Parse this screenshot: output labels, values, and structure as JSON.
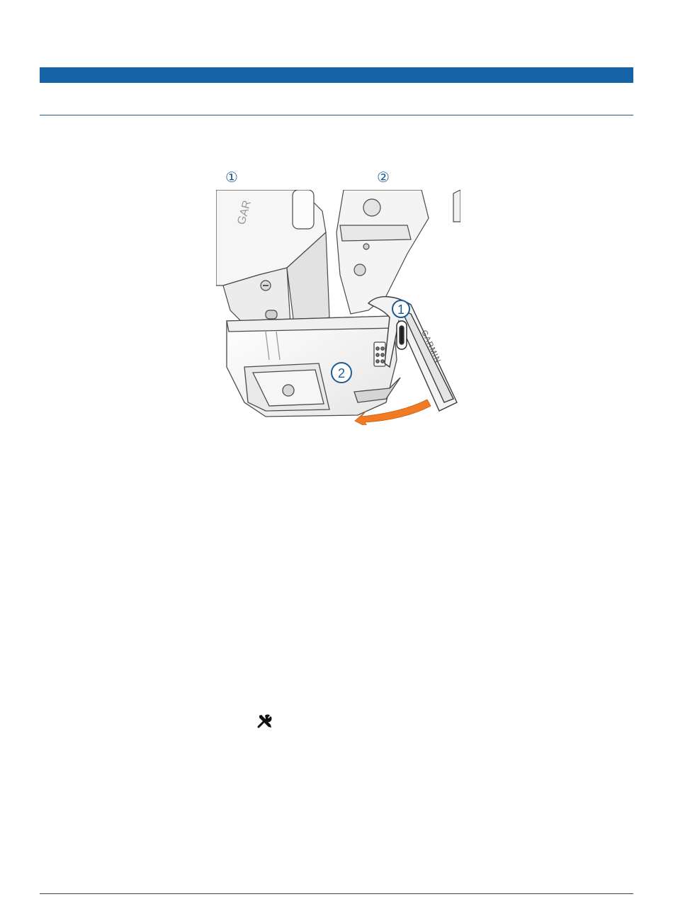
{
  "figure": {
    "callout_top_1": "①",
    "callout_top_2": "②",
    "callout_in_1": "①",
    "callout_in_2": "②",
    "brand_text_top": "GAR",
    "brand_text_side": "GARMIN",
    "arrow_color": "#f07b23",
    "callout_color": "#1d5c93"
  },
  "icons": {
    "settings": "wrench-screwdriver-icon"
  },
  "colors": {
    "header_bar": "#1763a8",
    "rule": "#1d5c93"
  }
}
